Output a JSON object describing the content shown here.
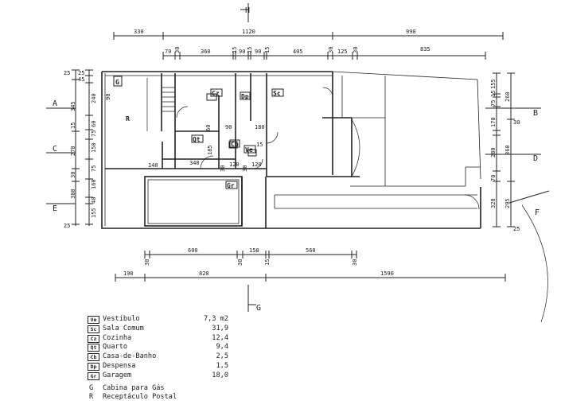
{
  "plan": {
    "section_marks": {
      "H": "H",
      "G": "G",
      "A": "A",
      "C": "C",
      "E": "E",
      "B": "B",
      "D": "D",
      "F": "F"
    },
    "top_dims": {
      "total": [
        "330",
        "1120",
        "990"
      ],
      "detail": [
        "70",
        "30",
        "360",
        "15",
        "90",
        "15",
        "90",
        "15",
        "405",
        "30",
        "125",
        "30",
        "835"
      ]
    },
    "bottom_dims": {
      "detail": [
        "30",
        "600",
        "30",
        "150",
        "15",
        "560",
        "30"
      ],
      "total": [
        "190",
        "820",
        "1590"
      ]
    },
    "left_dims": [
      "25",
      "25",
      "45",
      "240",
      "345",
      "90",
      "60",
      "75",
      "15",
      "270",
      "150",
      "75",
      "160",
      "300",
      "40",
      "30",
      "155",
      "25"
    ],
    "right_dims": [
      "155",
      "15",
      "75",
      "260",
      "170",
      "30",
      "280",
      "360",
      "70",
      "295",
      "320",
      "25"
    ],
    "interior_dims": [
      "60",
      "90",
      "185",
      "180",
      "15",
      "140",
      "340",
      "30",
      "120",
      "30",
      "120"
    ],
    "room_labels": [
      "Cz",
      "Sc",
      "Qt",
      "Ve",
      "Gr",
      "Dp",
      "Cb"
    ],
    "symbols": [
      "G",
      "R"
    ]
  },
  "legend": {
    "area_unit": "m2",
    "rooms": [
      {
        "code": "Ve",
        "name": "Vestíbulo",
        "area": "7,3 m2"
      },
      {
        "code": "Sc",
        "name": "Sala Comum",
        "area": "31,9"
      },
      {
        "code": "Cz",
        "name": "Cozinha",
        "area": "12,4"
      },
      {
        "code": "Qt",
        "name": "Quarto",
        "area": "9,4"
      },
      {
        "code": "Cb",
        "name": "Casa-de-Banho",
        "area": "2,5"
      },
      {
        "code": "Dp",
        "name": "Despensa",
        "area": "1,5"
      },
      {
        "code": "Gr",
        "name": "Garagem",
        "area": "18,0"
      }
    ],
    "symbols": [
      {
        "code": "G",
        "name": "Cabina para Gás"
      },
      {
        "code": "R",
        "name": "Receptáculo Postal"
      }
    ]
  }
}
